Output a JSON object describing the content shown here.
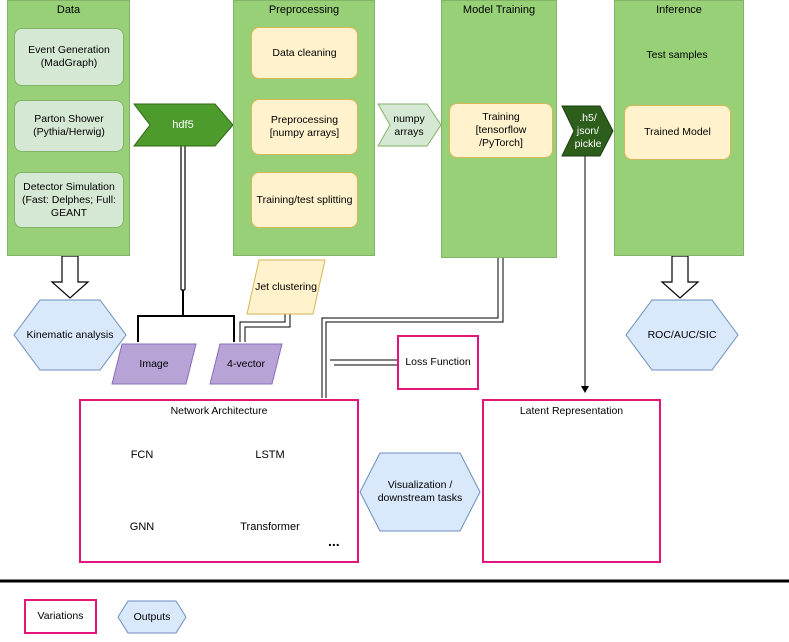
{
  "panels": {
    "data": {
      "title": "Data",
      "boxes": [
        "Event Generation\n(MadGraph)",
        "Parton Shower\n(Pythia/Herwig)",
        "Detector Simulation\n(Fast: Delphes; Full:\nGEANT"
      ]
    },
    "preprocessing": {
      "title": "Preprocessing",
      "boxes": [
        "Data cleaning",
        "Preprocessing\n[numpy arrays]",
        "Training/test splitting"
      ]
    },
    "training": {
      "title": "Model Training",
      "box": "Training\n[tensorflow\n/PyTorch]"
    },
    "inference": {
      "title": "Inference",
      "ellipse": "Test samples",
      "box": "Trained Model"
    }
  },
  "arrows": {
    "hdf5": "hdf5",
    "numpy": "numpy\narrays",
    "h5": ".h5/\njson/\npickle"
  },
  "outputs": {
    "kinematic": "Kinematic analysis",
    "roc": "ROC/AUC/SIC",
    "visualization": "Visualization /\ndownstream tasks"
  },
  "parallelograms": {
    "jet": "Jet clustering",
    "image": "Image",
    "fourvec": "4-vector"
  },
  "loss": "Loss Function",
  "network": {
    "title": "Network Architecture",
    "items": [
      "FCN",
      "LSTM",
      "GNN",
      "Transformer"
    ],
    "more": "..."
  },
  "latent": {
    "title": "Latent Representation"
  },
  "legend": {
    "variations": "Variations",
    "outputs": "Outputs"
  },
  "colors": {
    "panel": "#97d077",
    "panel_border": "#82b366",
    "box_green": "#d5e8d4",
    "box_yellow": "#fff2cc",
    "dark_arrow": "#4d9a2d",
    "hex_blue": "#dae8fc",
    "purple": "#b7a3d6",
    "pink": "#e3157a",
    "ellipse": "#f8cecc"
  }
}
